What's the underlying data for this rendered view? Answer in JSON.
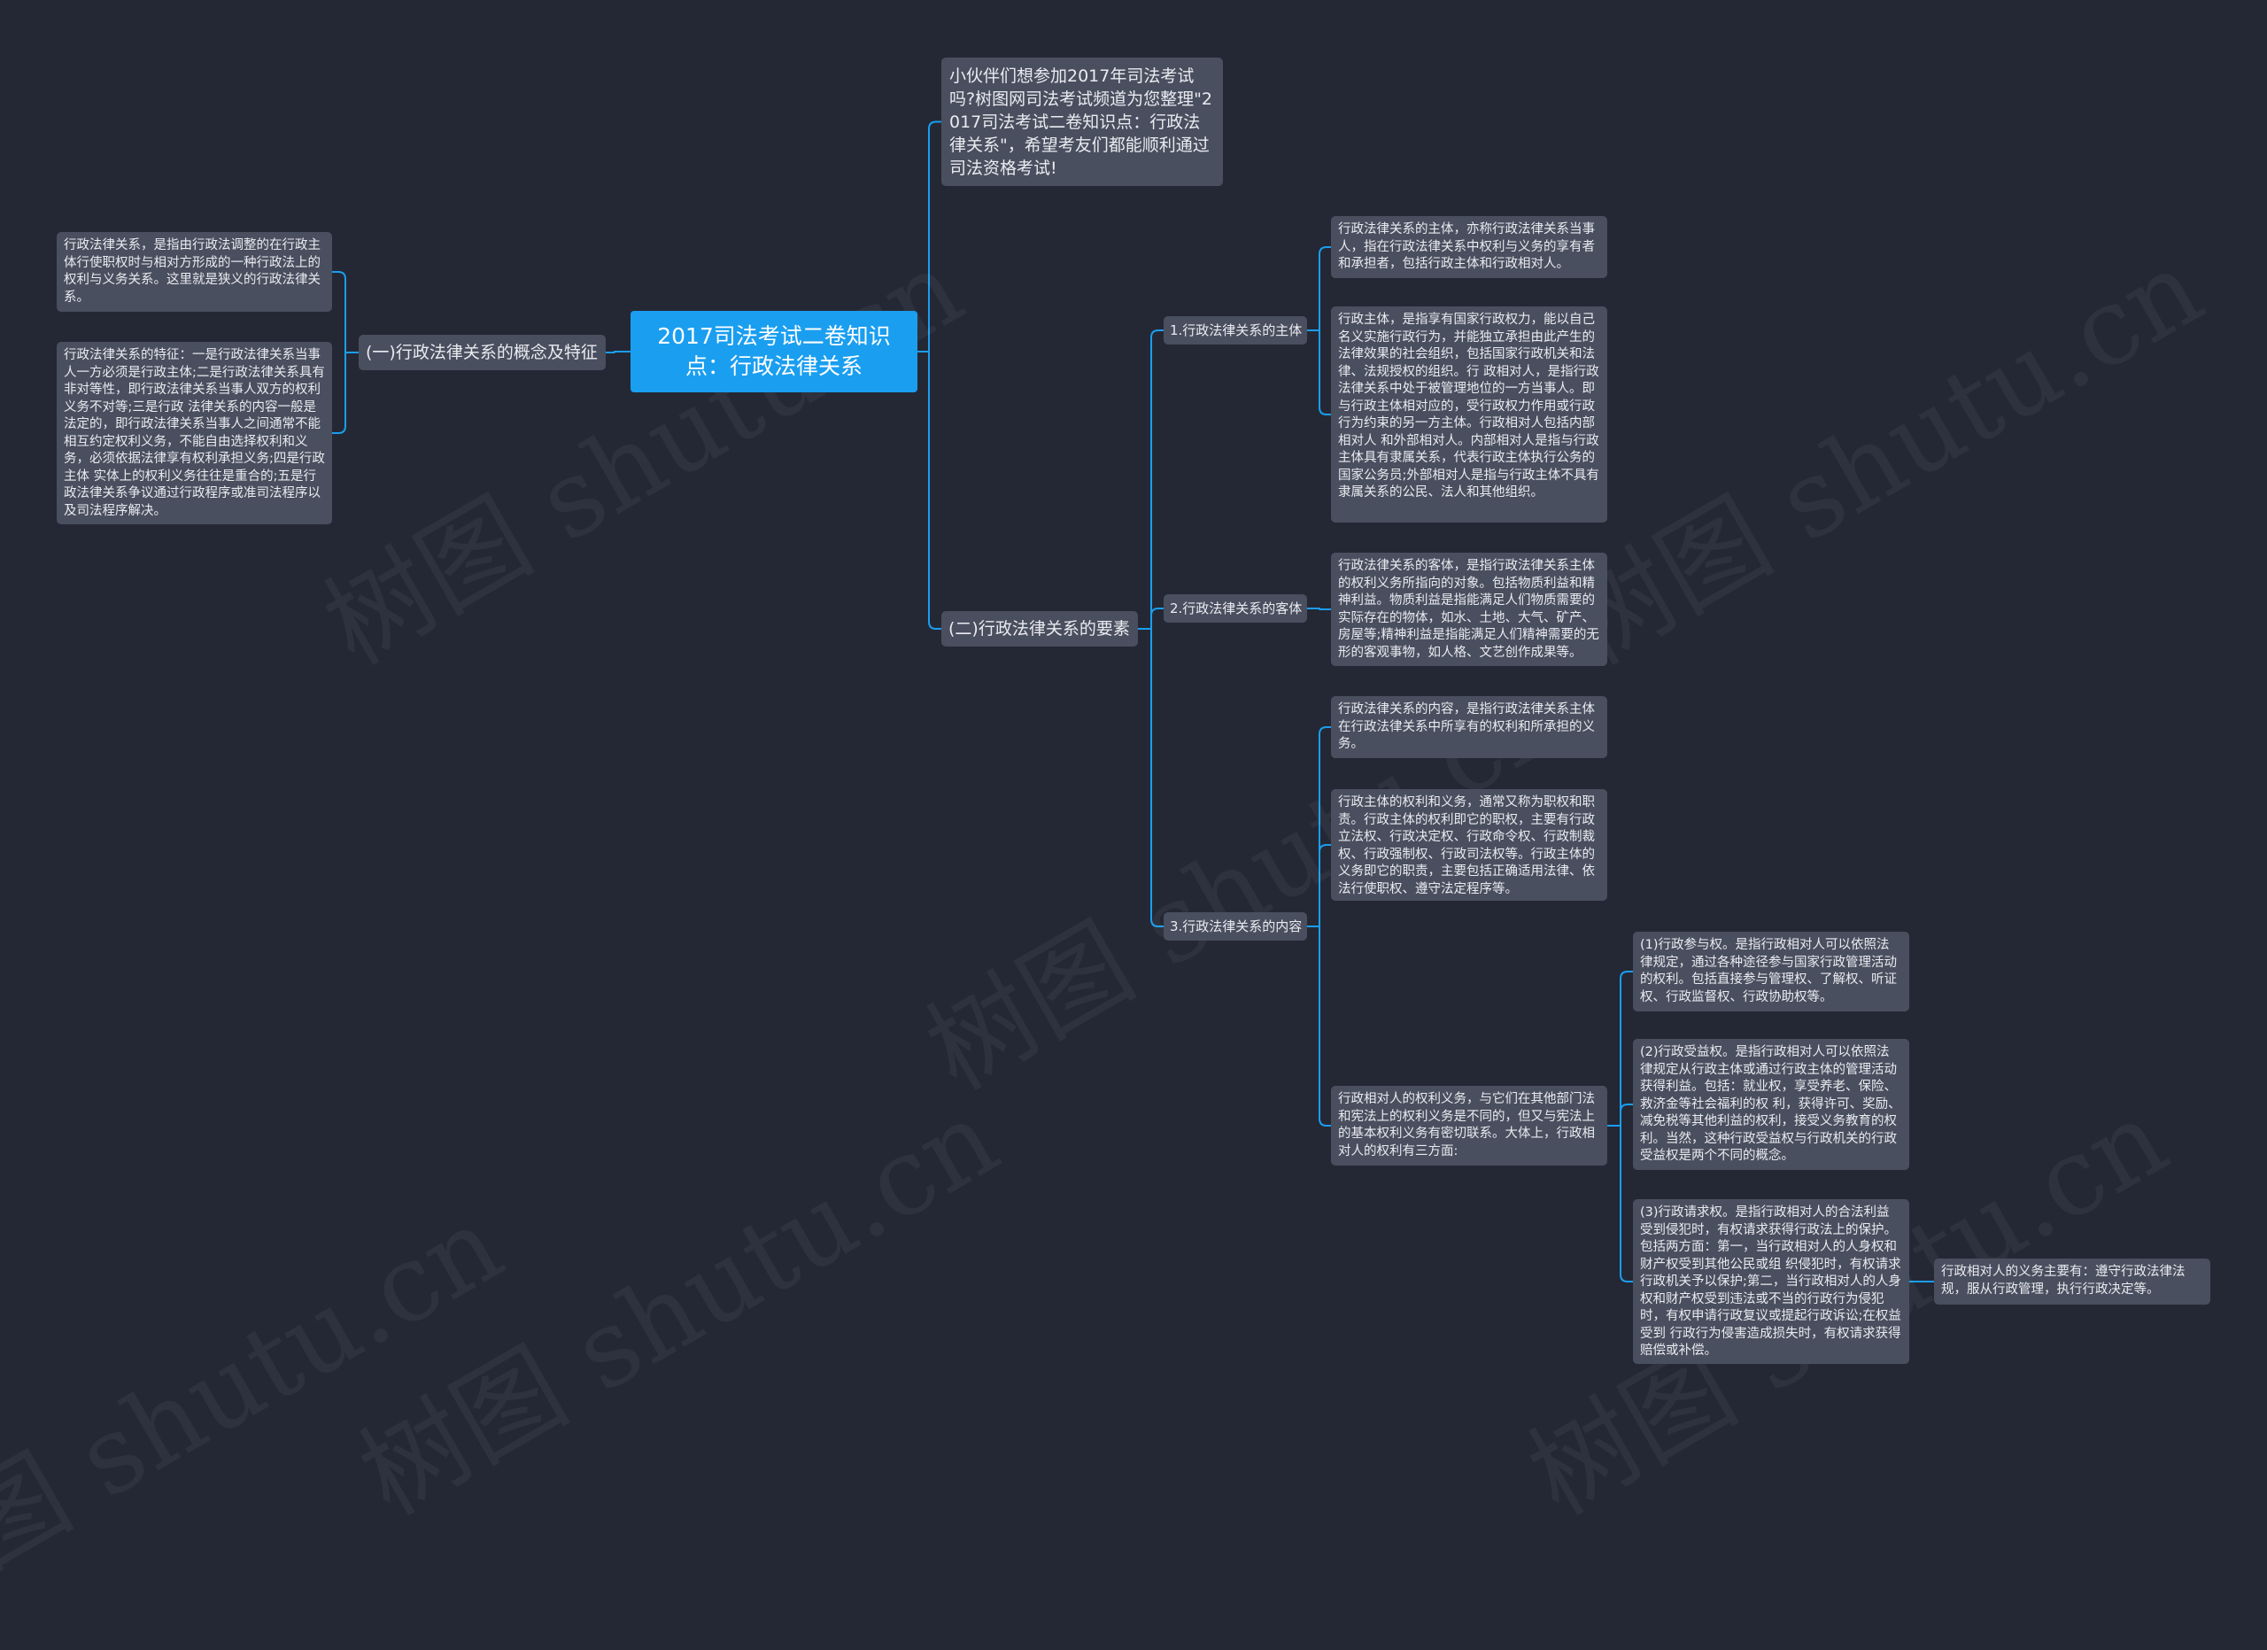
{
  "colors": {
    "background": "#242835",
    "node": "#4a4f5f",
    "root": "#1a9ef0",
    "line": "#1a9ef0"
  },
  "root": {
    "title": "2017司法考试二卷知识点：行政法律关系"
  },
  "intro": {
    "text": "小伙伴们想参加2017年司法考试吗?树图网司法考试频道为您整理\"2017司法考试二卷知识点：行政法律关系\"，希望考友们都能顺利通过司法资格考试!"
  },
  "left": {
    "branch": "(一)行政法律关系的概念及特征",
    "leaves": [
      "行政法律关系，是指由行政法调整的在行政主体行使职权时与相对方形成的一种行政法上的权利与义务关系。这里就是狭义的行政法律关系。",
      "行政法律关系的特征：一是行政法律关系当事人一方必须是行政主体;二是行政法律关系具有非对等性，即行政法律关系当事人双方的权利义务不对等;三是行政 法律关系的内容一般是法定的，即行政法律关系当事人之间通常不能相互约定权利义务，不能自由选择权利和义务，必须依据法律享有权利承担义务;四是行政主体 实体上的权利义务往往是重合的;五是行政法律关系争议通过行政程序或准司法程序以及司法程序解决。"
    ]
  },
  "right": {
    "branch": "(二)行政法律关系的要素",
    "subject": {
      "label": "1.行政法律关系的主体",
      "leaves": [
        "行政法律关系的主体，亦称行政法律关系当事人，指在行政法律关系中权利与义务的享有者和承担者，包括行政主体和行政相对人。",
        "行政主体，是指享有国家行政权力，能以自己名义实施行政行为，并能独立承担由此产生的法律效果的社会组织，包括国家行政机关和法律、法规授权的组织。行 政相对人，是指行政法律关系中处于被管理地位的一方当事人。即与行政主体相对应的，受行政权力作用或行政行为约束的另一方主体。行政相对人包括内部相对人 和外部相对人。内部相对人是指与行政主体具有隶属关系，代表行政主体执行公务的国家公务员;外部相对人是指与行政主体不具有隶属关系的公民、法人和其他组织。"
      ]
    },
    "object": {
      "label": "2.行政法律关系的客体",
      "leaves": [
        "行政法律关系的客体，是指行政法律关系主体的权利义务所指向的对象。包括物质利益和精神利益。物质利益是指能满足人们物质需要的实际存在的物体，如水、土地、大气、矿产、房屋等;精神利益是指能满足人们精神需要的无形的客观事物，如人格、文艺创作成果等。"
      ]
    },
    "content": {
      "label": "3.行政法律关系的内容",
      "leaves": [
        "行政法律关系的内容，是指行政法律关系主体在行政法律关系中所享有的权利和所承担的义务。",
        "行政主体的权利和义务，通常又称为职权和职责。行政主体的权利即它的职权，主要有行政立法权、行政决定权、行政命令权、行政制裁权、行政强制权、行政司法权等。行政主体的义务即它的职责，主要包括正确适用法律、依法行使职权、遵守法定程序等。"
      ],
      "counterpart": {
        "text": "行政相对人的权利义务，与它们在其他部门法和宪法上的权利义务是不同的，但又与宪法上的基本权利义务有密切联系。大体上，行政相对人的权利有三方面:",
        "rights": [
          "(1)行政参与权。是指行政相对人可以依照法律规定，通过各种途径参与国家行政管理活动的权利。包括直接参与管理权、了解权、听证权、行政监督权、行政协助权等。",
          "(2)行政受益权。是指行政相对人可以依照法律规定从行政主体或通过行政主体的管理活动获得利益。包括：就业权，享受养老、保险、救济金等社会福利的权 利，获得许可、奖励、减免税等其他利益的权利，接受义务教育的权利。当然，这种行政受益权与行政机关的行政受益权是两个不同的概念。",
          "(3)行政请求权。是指行政相对人的合法利益受到侵犯时，有权请求获得行政法上的保护。包括两方面：第一，当行政相对人的人身权和财产权受到其他公民或组 织侵犯时，有权请求行政机关予以保护;第二，当行政相对人的人身权和财产权受到违法或不当的行政行为侵犯时，有权申请行政复议或提起行政诉讼;在权益受到 行政行为侵害造成损失时，有权请求获得赔偿或补偿。"
        ],
        "duty": "行政相对人的义务主要有：遵守行政法律法规，服从行政管理，执行行政决定等。"
      }
    }
  },
  "watermarks": [
    "树图 shutu.cn",
    "树图 shutu.cn",
    "树图 shutu.cn",
    "树图 shutu.cn",
    "树图 shutu.cn",
    "树图 shutu.cn"
  ]
}
